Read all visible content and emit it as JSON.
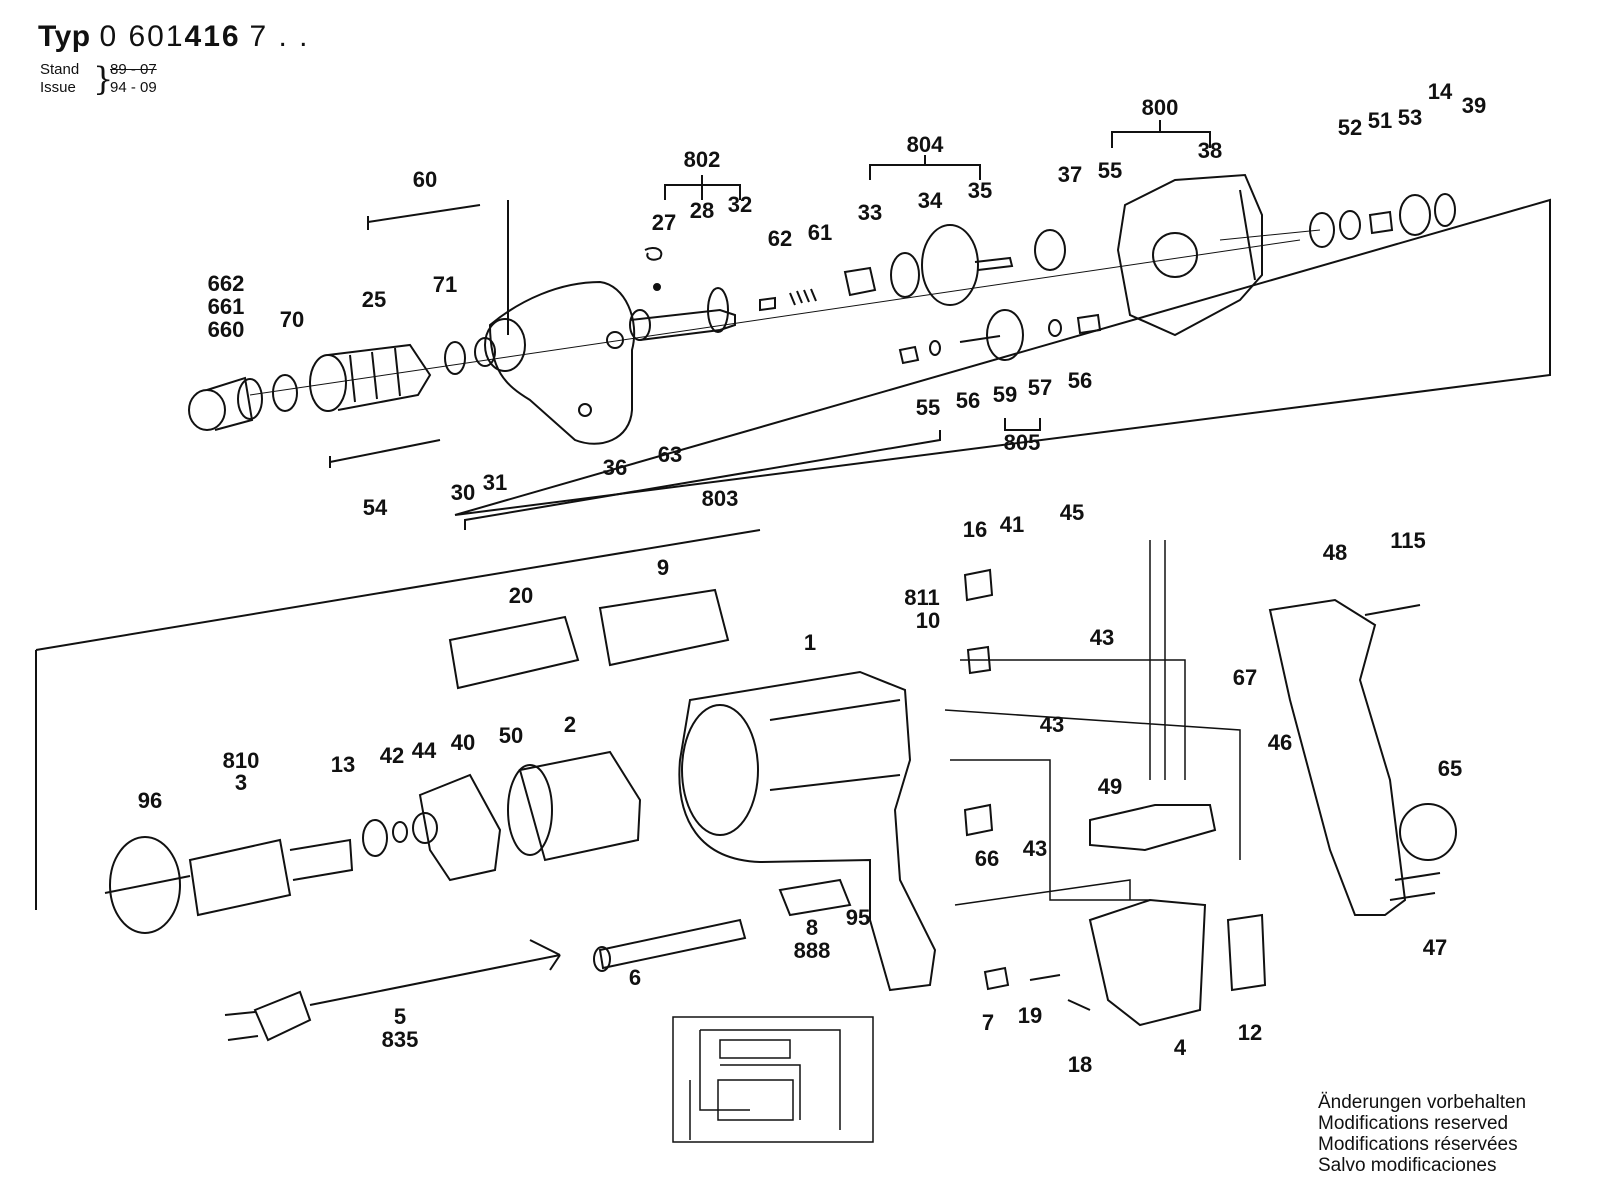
{
  "header": {
    "typ_label": "Typ",
    "typ_number_prefix": "0 601",
    "typ_number_bold": "416",
    "typ_number_suffix": "7 . .",
    "stand_label": "Stand",
    "issue_label": "Issue",
    "stand_value": "89 - 07",
    "issue_value": "94 - 09"
  },
  "notes": [
    "Änderungen vorbehalten",
    "Modifications reserved",
    "Modifications réservées",
    "Salvo modificaciones"
  ],
  "part_labels": {
    "p60": "60",
    "p802": "802",
    "p27": "27",
    "p28": "28",
    "p32": "32",
    "p804": "804",
    "p33": "33",
    "p34": "34",
    "p35": "35",
    "p37": "37",
    "p800": "800",
    "p38": "38",
    "p55a": "55",
    "p52": "52",
    "p51": "51",
    "p53": "53",
    "p14": "14",
    "p39": "39",
    "p662": "662",
    "p661": "661",
    "p660": "660",
    "p70": "70",
    "p25": "25",
    "p71": "71",
    "p62": "62",
    "p61": "61",
    "p36": "36",
    "p63": "63",
    "p55b": "55",
    "p56a": "56",
    "p59": "59",
    "p57": "57",
    "p56b": "56",
    "p805": "805",
    "p30": "30",
    "p31": "31",
    "p803": "803",
    "p54": "54",
    "p16": "16",
    "p41": "41",
    "p45": "45",
    "p48": "48",
    "p115": "115",
    "p811": "811",
    "p10": "10",
    "p20": "20",
    "p9": "9",
    "p43a": "43",
    "p1": "1",
    "p67": "67",
    "p43b": "43",
    "p46": "46",
    "p65": "65",
    "p810": "810",
    "p3": "3",
    "p96": "96",
    "p13": "13",
    "p42": "42",
    "p44": "44",
    "p40": "40",
    "p50": "50",
    "p2": "2",
    "p49": "49",
    "p66": "66",
    "p43c": "43",
    "p8": "8",
    "p888": "888",
    "p95": "95",
    "p6": "6",
    "p5": "5",
    "p835": "835",
    "p7": "7",
    "p19": "19",
    "p18": "18",
    "p4": "4",
    "p12": "12",
    "p47": "47"
  }
}
